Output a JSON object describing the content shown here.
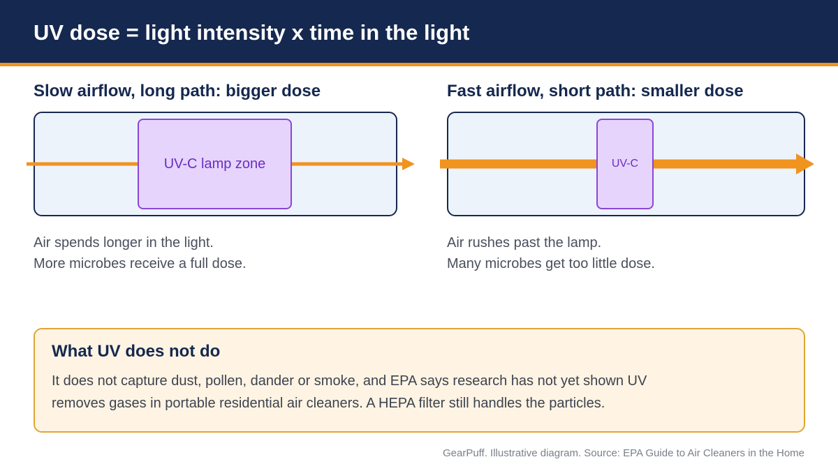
{
  "header": {
    "title": "UV dose = light intensity x time in the light"
  },
  "panels": {
    "slow": {
      "heading": "Slow airflow, long path: bigger dose",
      "lamp_label": "UV-C lamp zone",
      "caption_lines": [
        "Air spends longer in the light.",
        "More microbes receive a full dose."
      ]
    },
    "fast": {
      "heading": "Fast airflow, short path: smaller dose",
      "lamp_label": "UV-C",
      "caption_lines": [
        "Air rushes past the lamp.",
        "Many microbes get too little dose."
      ]
    }
  },
  "note": {
    "title": "What UV does not do",
    "body_lines": [
      "It does not capture dust, pollen, dander or smoke, and EPA says research has not yet shown UV",
      "removes gases in portable residential air cleaners. A HEPA filter still handles the particles."
    ]
  },
  "footer": {
    "source": "GearPuff. Illustrative diagram. Source: EPA Guide to Air Cleaners in the Home"
  },
  "colors": {
    "header_bg": "#15284f",
    "accent": "#f0931f",
    "duct_fill": "#edf3fb",
    "lamp_fill": "#e6d4fd",
    "lamp_border": "#8a47d6",
    "note_fill": "#fff4e3",
    "note_border": "#e0a634"
  }
}
